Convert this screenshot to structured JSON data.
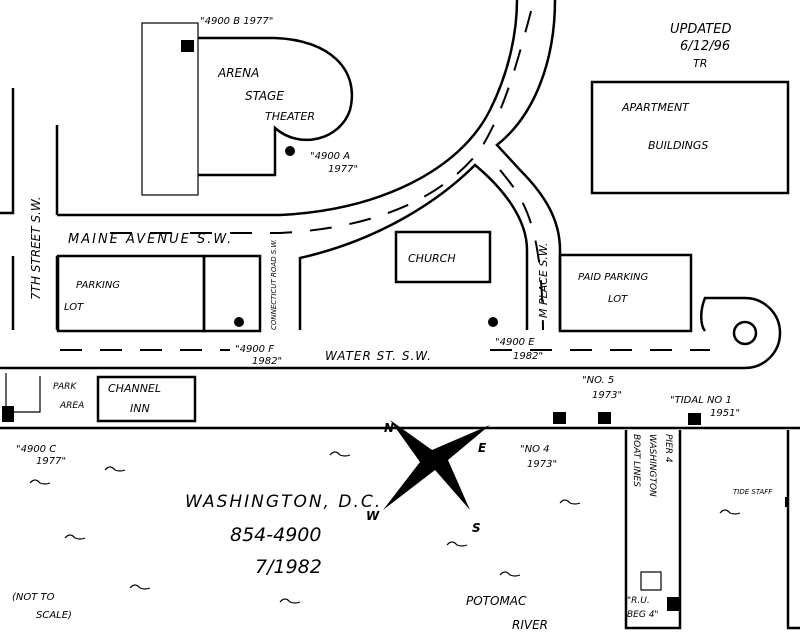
{
  "updated": {
    "line1": "UPDATED",
    "line2": "6/12/96",
    "line3": "TR"
  },
  "streets": {
    "seventh": "7TH STREET S.W.",
    "maine": "MAINE AVENUE S.W.",
    "water": "WATER ST. S.W.",
    "m_place": "M PLACE S.W.",
    "connecticut": "CONNECTICUT ROAD S.W."
  },
  "buildings": {
    "arena_1": "ARENA",
    "arena_2": "STAGE",
    "arena_3": "THEATER",
    "apartment_1": "APARTMENT",
    "apartment_2": "BUILDINGS",
    "church": "CHURCH",
    "parking_1": "PARKING",
    "parking_2": "LOT",
    "paid_parking_1": "PAID PARKING",
    "paid_parking_2": "LOT",
    "park_1": "PARK",
    "park_2": "AREA",
    "channel_1": "CHANNEL",
    "channel_2": "INN",
    "pier_1": "PIER 4",
    "pier_2": "WASHINGTON",
    "pier_3": "BOAT LINES"
  },
  "marks": {
    "b": "\"4900 B 1977\"",
    "a_1": "\"4900 A",
    "a_2": "1977\"",
    "f_1": "\"4900 F",
    "f_2": "1982\"",
    "e_1": "\"4900 E",
    "e_2": "1982\"",
    "c_1": "\"4900 C",
    "c_2": "1977\"",
    "no5_1": "\"NO. 5",
    "no5_2": "1973\"",
    "no4_1": "\"NO 4",
    "no4_2": "1973\"",
    "tidal_1": "\"TIDAL NO 1",
    "tidal_2": "1951\"",
    "rm_1": "\"R.U.",
    "rm_2": "BEG 4\"",
    "tide_staff": "TIDE STAFF"
  },
  "compass": {
    "n": "N",
    "e": "E",
    "s": "S",
    "w": "W"
  },
  "title": {
    "city": "WASHINGTON, D.C.",
    "station": "854-4900",
    "date": "7/1982"
  },
  "river": {
    "line1": "POTOMAC",
    "line2": "RIVER"
  },
  "note": {
    "line1": "(NOT TO",
    "line2": "SCALE)"
  }
}
